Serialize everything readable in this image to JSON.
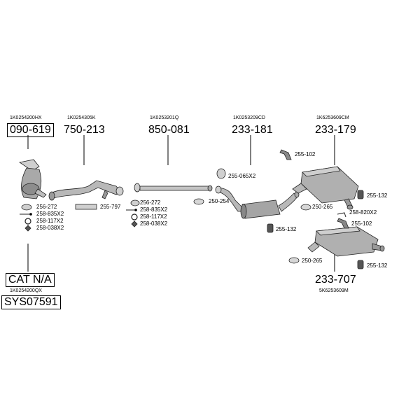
{
  "oe_numbers": {
    "cat_top": "1K0254200HX",
    "front_pipe": "1K0254305K",
    "middle_pipe": "1K0253201Q",
    "center_silencer": "1K0253209CD",
    "rear_silencer": "1K6253609CM",
    "cat_bottom": "1K0254200QX",
    "rear_silencer_alt": "5K6253609M"
  },
  "part_numbers": {
    "cat": "090-619",
    "front_pipe": "750-213",
    "middle_pipe": "850-081",
    "center_silencer": "233-181",
    "rear_silencer": "233-179",
    "rear_silencer_alt": "233-707",
    "cat_na": "CAT N/A",
    "system": "SYS07591"
  },
  "small_labels": {
    "g1_a": "256-272",
    "g1_b": "258-835X2",
    "g1_c": "258-117X2",
    "g1_d": "258-038X2",
    "front_hanger": "255-797",
    "g2_a": "256-272",
    "g2_b": "258-835X2",
    "g2_c": "258-117X2",
    "g2_d": "258-038X2",
    "clamp_center": "255-065X2",
    "ring_center": "250-254",
    "rubber_center": "255-132",
    "bracket_top": "255-102",
    "rubber_top": "255-132",
    "ring_top": "250-265",
    "clamp_rear": "258-820X2",
    "bracket_rear": "255-102",
    "ring_bottom": "250-265",
    "rubber_bottom": "255-132"
  }
}
